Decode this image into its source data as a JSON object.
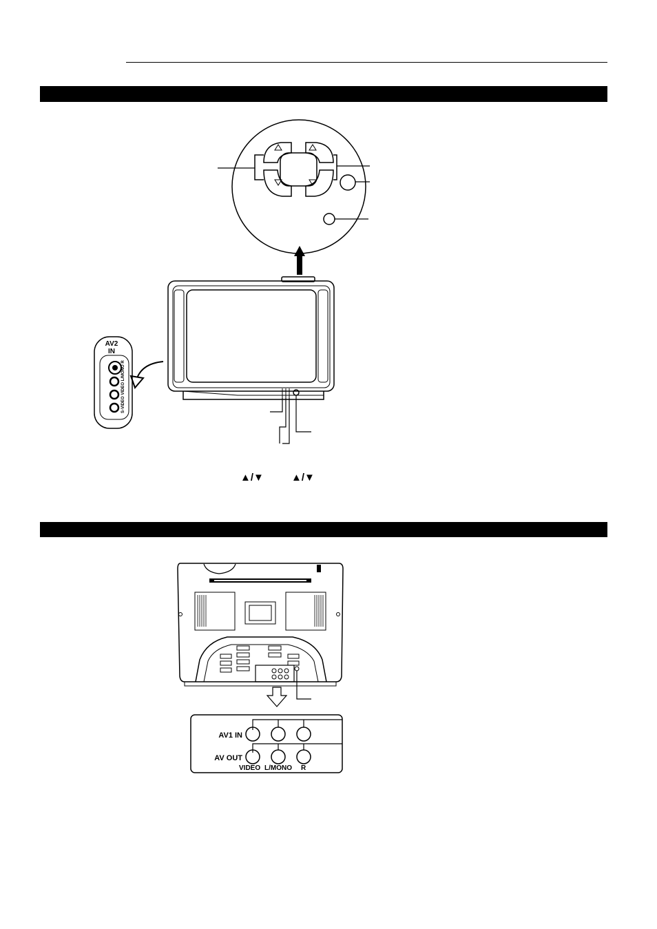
{
  "front": {
    "side_panel": {
      "title_line1": "AV2",
      "title_line2": "IN",
      "jack_labels": "S-VIDEO VIDEO L/MONO R"
    },
    "arrow_keys_caption": {
      "left": "▲/▼",
      "right": "▲/▼"
    }
  },
  "back": {
    "panel": {
      "row1_label": "AV1 IN",
      "row2_label": "AV OUT",
      "col_video": "VIDEO",
      "col_lmono": "L/MONO",
      "col_r": "R"
    }
  }
}
